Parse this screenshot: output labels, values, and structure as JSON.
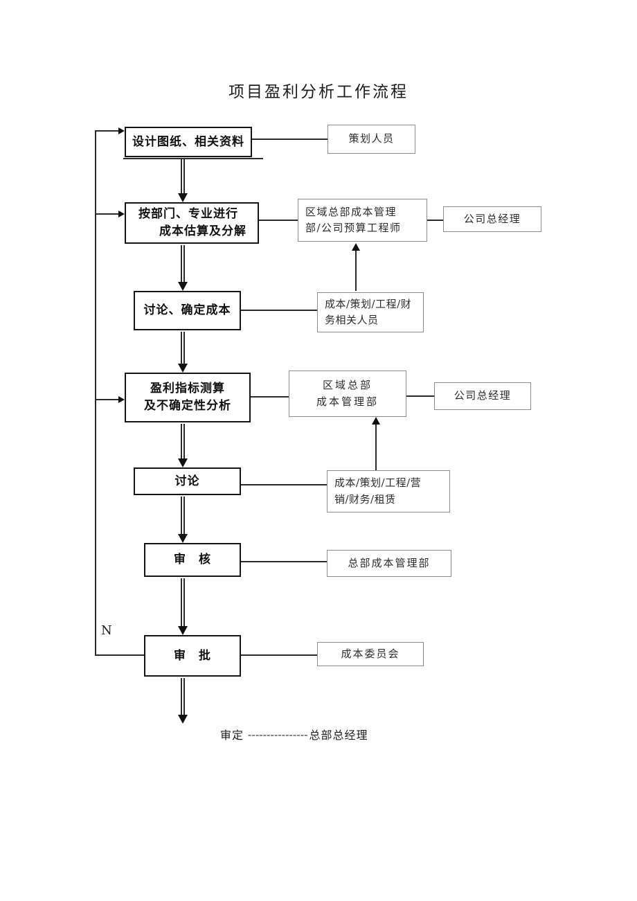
{
  "title": "项目盈利分析工作流程",
  "flowchart": {
    "process_steps": [
      {
        "label": "设计图纸、相关资料"
      },
      {
        "line1": "按部门、专业进行",
        "line2": "成本估算及分解"
      },
      {
        "label": "讨论、确定成本"
      },
      {
        "line1": "盈利指标测算",
        "line2": "及不确定性分析"
      },
      {
        "label": "讨论"
      },
      {
        "label": "审　核"
      },
      {
        "label": "审　批"
      }
    ],
    "role_boxes": [
      {
        "label": "策划人员"
      },
      {
        "line1": "区域总部成本管理",
        "line2": "部/公司预算工程师"
      },
      {
        "label": "公司总经理"
      },
      {
        "line1": "成本/策划/工程/财",
        "line2": "务相关人员"
      },
      {
        "line1": "区域总部",
        "line2": "成本管理部"
      },
      {
        "label": "公司总经理"
      },
      {
        "line1": "成本/策划/工程/营",
        "line2": "销/财务/租赁"
      },
      {
        "label": "总部成本管理部"
      },
      {
        "label": "成本委员会"
      }
    ],
    "no_branch_label": "N",
    "footer": {
      "left_text": "审定",
      "dashes": "----------------",
      "right_text": "总部总经理"
    }
  },
  "colors": {
    "ink": "#111111",
    "flow_line": "#2a2a2a",
    "role_border": "#8c8c8c",
    "background": "#ffffff"
  }
}
